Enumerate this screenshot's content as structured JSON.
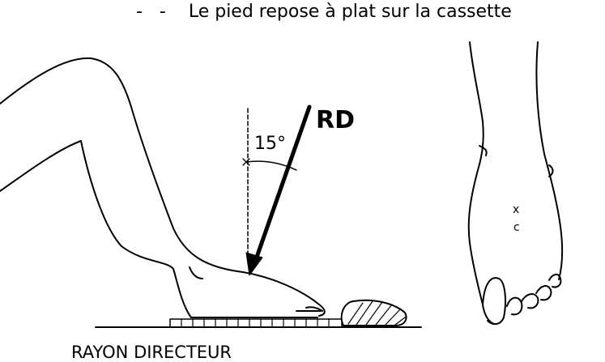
{
  "diagram": {
    "caption_top": "-   -    Le pied repose à plat sur la cassette",
    "caption_bottom": "RAYON DIRECTEUR",
    "angle_label": "15°",
    "ray_label": "RD",
    "center_mark": "x",
    "center_label": "c"
  }
}
